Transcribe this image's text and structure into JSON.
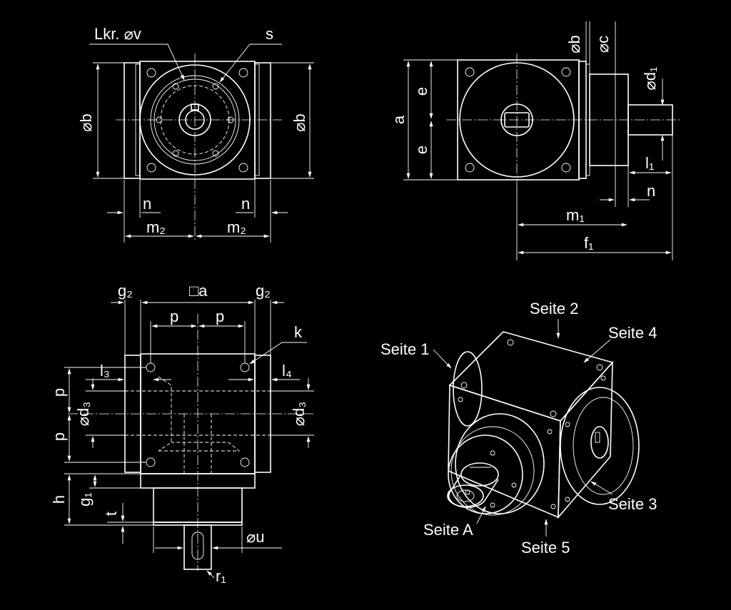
{
  "colors": {
    "background": "#000000",
    "line": "#ffffff"
  },
  "views": {
    "front": {
      "lkr_label": "Lkr. ⌀v",
      "s_label": "s",
      "b_left": "⌀b",
      "b_right": "⌀b",
      "n_left": "n",
      "n_right": "n",
      "m2_left": "m₂",
      "m2_right": "m₂"
    },
    "side": {
      "phi_b": "⌀b",
      "phi_c": "⌀c",
      "phi_d1": "⌀d₁",
      "a": "a",
      "e_top": "e",
      "e_bottom": "e",
      "l1": "l₁",
      "n": "n",
      "m1": "m₁",
      "f1": "f₁"
    },
    "top": {
      "g2_left": "g₂",
      "square_a": "□a",
      "g2_right": "g₂",
      "p_top_left": "p",
      "p_top_right": "p",
      "k": "k",
      "l3": "l₃",
      "l4": "l₄",
      "p_left_upper": "p",
      "p_left_lower": "p",
      "phi_d3_left": "⌀d₃",
      "phi_d3_right": "⌀d₃",
      "h": "h",
      "g1": "g₁",
      "t": "t",
      "phi_u": "⌀u",
      "r1": "r₁"
    },
    "iso": {
      "seite_1": "Seite 1",
      "seite_2": "Seite 2",
      "seite_3": "Seite 3",
      "seite_4": "Seite 4",
      "seite_5": "Seite 5",
      "seite_a": "Seite A"
    }
  }
}
